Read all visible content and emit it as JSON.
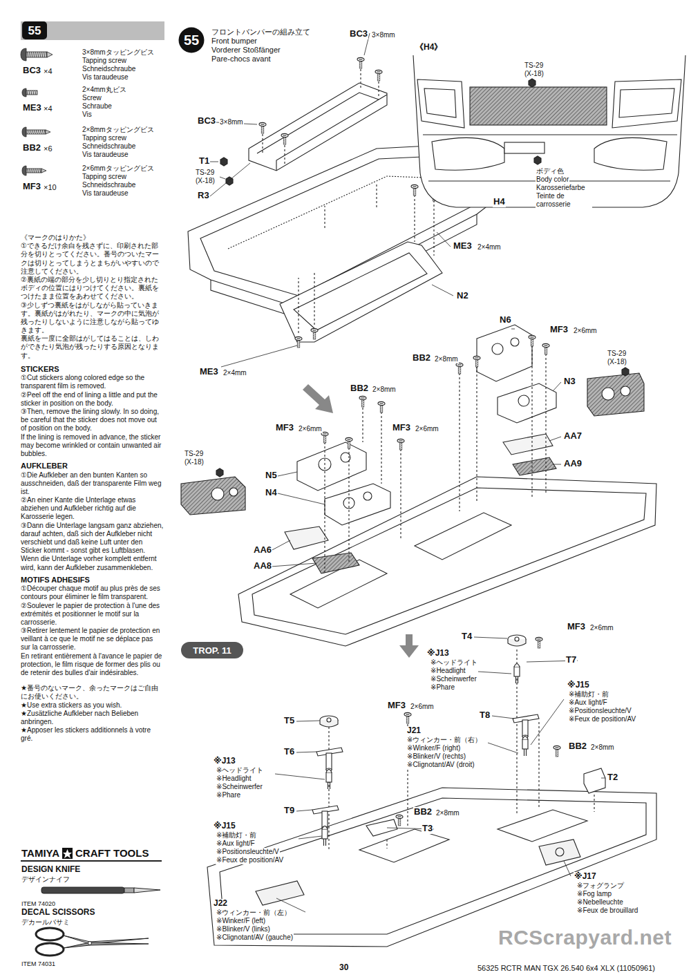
{
  "diagram": {
    "nodes": [
      {
        "text": [
          "55"
        ]
      },
      {
        "text": [
          "55"
        ]
      },
      {
        "text": [
          "TROP. 11"
        ]
      }
    ],
    "labels": [
      "3×8mmタッピングビス",
      "Tapping screw",
      "Schneidschraube",
      "Vis taraudeuse",
      "BC3",
      "×4",
      "2×4mm丸ビス",
      "Screw",
      "Schraube",
      "Vis",
      "ME3",
      "×4",
      "2×8mmタッピングビス",
      "Tapping screw",
      "Schneidschraube",
      "Vis taraudeuse",
      "BB2",
      "×6",
      "2×6mmタッピングビス",
      "Tapping screw",
      "Schneidschraube",
      "Vis taraudeuse",
      "MF3",
      "×10",
      "《マークのはりかた》",
      "①できるだけ余白を残さずに、印刷された部分を切りとってください。番号のついたマークは切りとってしまうとまちがいやすいので注意してください。",
      "②裏紙の端の部分を少し切りとり指定されたボディの位置にはりつけてください。裏紙をつけたまま位置をあわせてください。",
      "③少しずつ裏紙をはがしながら貼っていきます。裏紙がはがれたり、マークの中に気泡が残ったりしないように注意しながら貼ってゆきます。",
      "裏紙を一度に全部はがしてはることは、しわができたり気泡が残ったりする原因となります。",
      "STICKERS",
      "①Cut stickers along colored edge so the transparent film is removed.",
      "②Peel off the end of lining a little and put the sticker in position on the body.",
      "③Then, remove the lining slowly. In so doing, be careful that the sticker does not move out of position on the body.",
      "If the lining is removed in advance, the sticker may become wrinkled or contain unwanted air bubbles.",
      "AUFKLEBER",
      "①Die Aufkleber an den bunten Kanten so ausschneiden, daß der transparente Film weg ist.",
      "②An einer Kante die Unterlage etwas abziehen und Aufkleber richtig auf die Karosserie legen.",
      "③Dann die Unterlage langsam ganz abziehen, darauf achten, daß sich der Aufkleber nicht verschiebt und daß keine Luft unter den Sticker kommt - sonst gibt es Luftblasen. Wenn die Unterlage vorher komplett entfernt wird, kann der Aufkleber zusammenkleben.",
      "MOTIFS ADHESIFS",
      "①Découper chaque motif au plus près de ses contours pour éliminer le film transparent.",
      "②Soulever le papier de protection à l'une des extrémités et positionner le motif sur la carrosserie.",
      "③Retirer lentement le papier de protection en veillant à ce que le motif ne se déplace pas sur la carrosserie.",
      "En retirant entièrement à l'avance le papier de protection, le film risque de former des plis ou de retenir des bulles d'air indésirables.",
      "★番号のないマーク、余ったマークはご自由にお使いください。",
      "★Use extra stickers as you wish.",
      "★Zusätzliche Aufkleber nach Belieben anbringen.",
      "★Apposer les stickers additionnels à votre gré.",
      "TAMIYA",
      "CRAFT TOOLS",
      "DESIGN KNIFE",
      "デザインナイフ",
      "ITEM 74020",
      "DECAL SCISSORS",
      "デカールバサミ",
      "ITEM 74031",
      "フロントバンパーの組み立て",
      "Front bumper",
      "Vorderer Stoßfänger",
      "Pare-chocs avant",
      "BC3",
      "3×8mm",
      "BC3",
      "3×8mm",
      "T1",
      "TS-29",
      "(X-18)",
      "R3",
      "H4",
      "ME3",
      "2×4mm",
      "N2",
      "ME3",
      "2×4mm",
      "《H4》",
      "TS-29",
      "(X-18)",
      "ボディ色",
      "Body color",
      "Karosseriefarbe",
      "Teinte de carrosserie",
      "N6",
      "MF3",
      "2×6mm",
      "BB2",
      "2×8mm",
      "TS-29",
      "(X-18)",
      "N3",
      "AA7",
      "AA9",
      "BB2",
      "2×8mm",
      "MF3",
      "2×6mm",
      "MF3",
      "2×6mm",
      "TS-29",
      "(X-18)",
      "N5",
      "N4",
      "AA6",
      "AA8",
      "T4",
      "MF3",
      "2×6mm",
      "T7",
      "※J13",
      "※ヘッドライト",
      "※Headlight",
      "※Scheinwerfer",
      "※Phare",
      "※J15",
      "※補助灯・前",
      "※Aux light/F",
      "※Positionsleuchte/V",
      "※Feux de position/AV",
      "T8",
      "J21",
      "※ウィンカー・前（右）",
      "※Winker/F (right)",
      "※Blinker/V (rechts)",
      "※Clignotant/AV (droit)",
      "BB2",
      "2×8mm",
      "T2",
      "T5",
      "MF3",
      "2×6mm",
      "T6",
      "※J13",
      "※ヘッドライト",
      "※Headlight",
      "※Scheinwerfer",
      "※Phare",
      "T9",
      "※J15",
      "※補助灯・前",
      "※Aux light/F",
      "※Positionsleuchte/V",
      "※Feux de position/AV",
      "BB2",
      "2×8mm",
      "T3",
      "J22",
      "※ウィンカー・前（左）",
      "※Winker/F (left)",
      "※Blinker/V (links)",
      "※Clignotant/AV (gauche)",
      "※J17",
      "※フォグランプ",
      "※Fog lamp",
      "※Nebelleuchte",
      "※Feux de brouillard",
      "30",
      "56325 RCTR MAN TGX 26.540 6x4 XLX (11050961)",
      "RCScrapyard.net"
    ]
  }
}
